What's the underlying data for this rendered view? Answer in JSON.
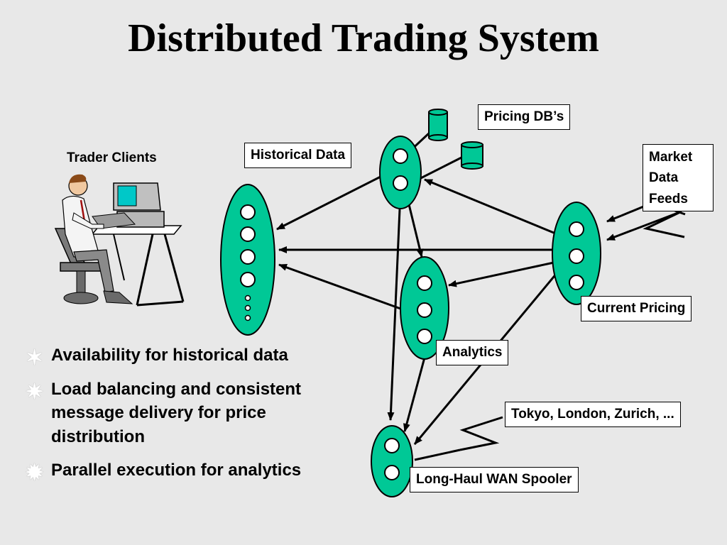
{
  "title": "Distributed Trading System",
  "labels": {
    "trader_clients": "Trader Clients",
    "historical_data": "Historical Data",
    "pricing_dbs": "Pricing DB’s",
    "market_data_feeds": "Market Data Feeds",
    "current_pricing": "Current Pricing",
    "analytics": "Analytics",
    "wan_destinations": "Tokyo, London, Zurich, ...",
    "wan_spooler": "Long-Haul WAN Spooler"
  },
  "bullets": [
    "Availability for historical data",
    "Load balancing and consistent message delivery for price distribution",
    "Parallel execution for analytics"
  ],
  "colors": {
    "node_fill": "#00c896",
    "background": "#e8e8e8"
  }
}
